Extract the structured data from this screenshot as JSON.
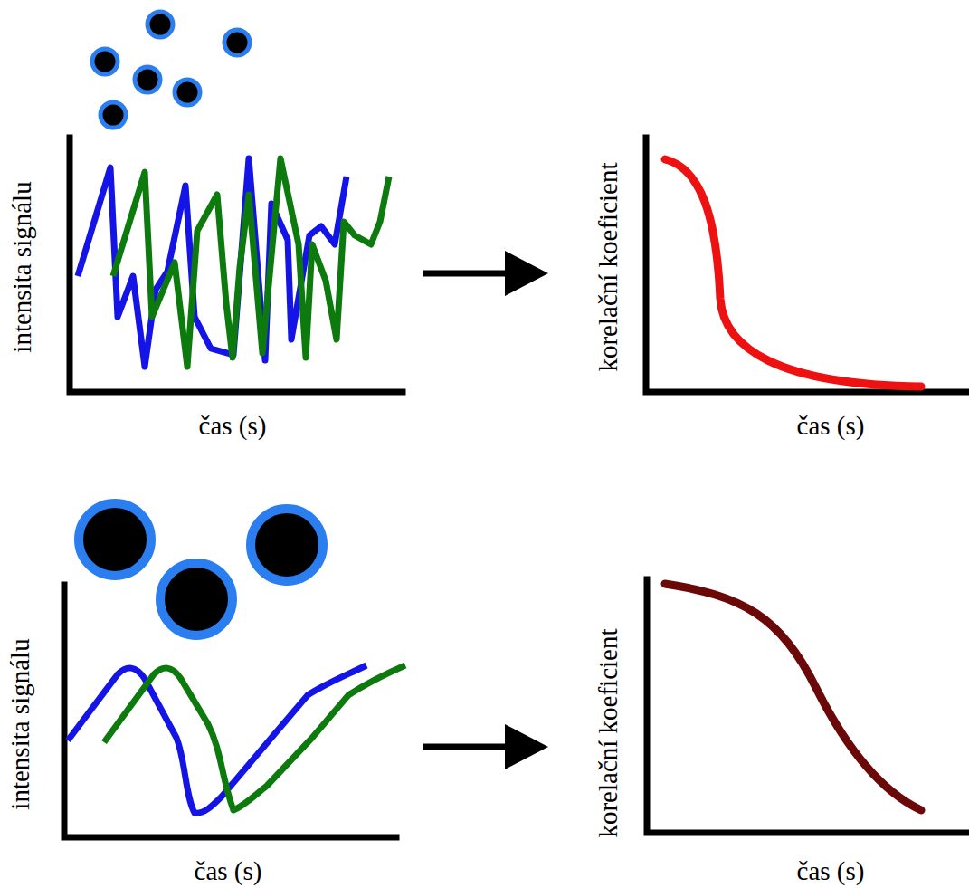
{
  "diagram": {
    "labels": [
      "intensita signálu",
      "čas (s)",
      "korelační koeficient",
      "čas (s)",
      "intensita signálu",
      "čas (s)",
      "korelační koeficient",
      "čas (s)"
    ]
  }
}
